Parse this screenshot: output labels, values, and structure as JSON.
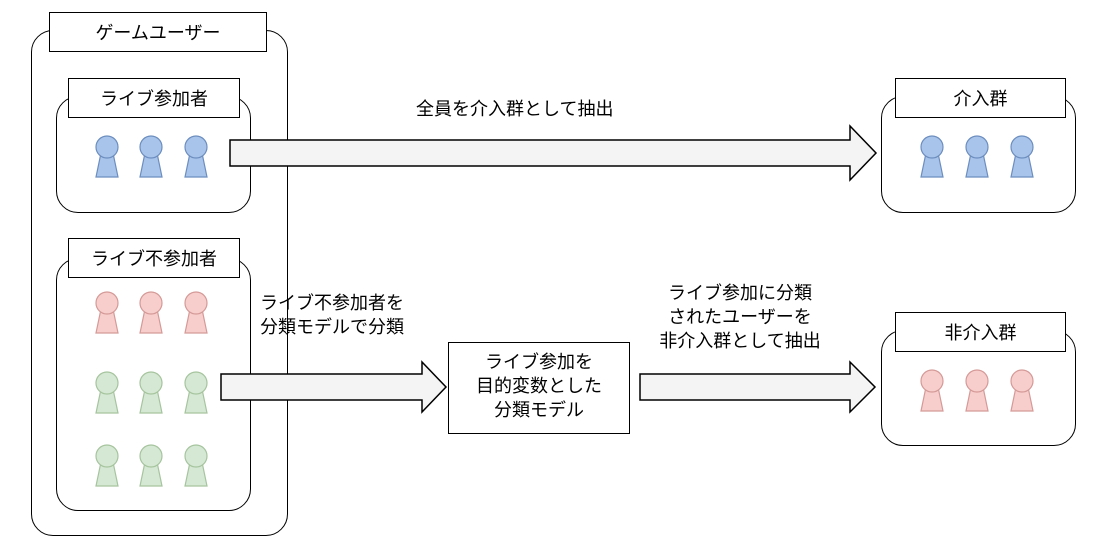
{
  "diagram": {
    "game_users": {
      "title": "ゲームユーザー"
    },
    "live_participants": {
      "title": "ライブ参加者"
    },
    "live_nonparticipants": {
      "title": "ライブ不参加者"
    },
    "intervention_group": {
      "title": "介入群"
    },
    "non_intervention_group": {
      "title": "非介入群"
    },
    "model_box": {
      "lines": [
        "ライブ参加を",
        "目的変数とした",
        "分類モデル"
      ]
    },
    "arrow_top_label": "全員を介入群として抽出",
    "arrow_left_label": [
      "ライブ不参加者を",
      "分類モデルで分類"
    ],
    "arrow_right_label": [
      "ライブ参加に分類",
      "されたユーザーを",
      "非介入群として抽出"
    ],
    "colors": {
      "blue_fill": "#a9c4eb",
      "blue_stroke": "#6c8ebf",
      "red_fill": "#f8cecc",
      "red_stroke": "#d49a98",
      "green_fill": "#d5e8d4",
      "green_stroke": "#a6c49e",
      "arrow_fill": "#f4f4f4"
    }
  }
}
